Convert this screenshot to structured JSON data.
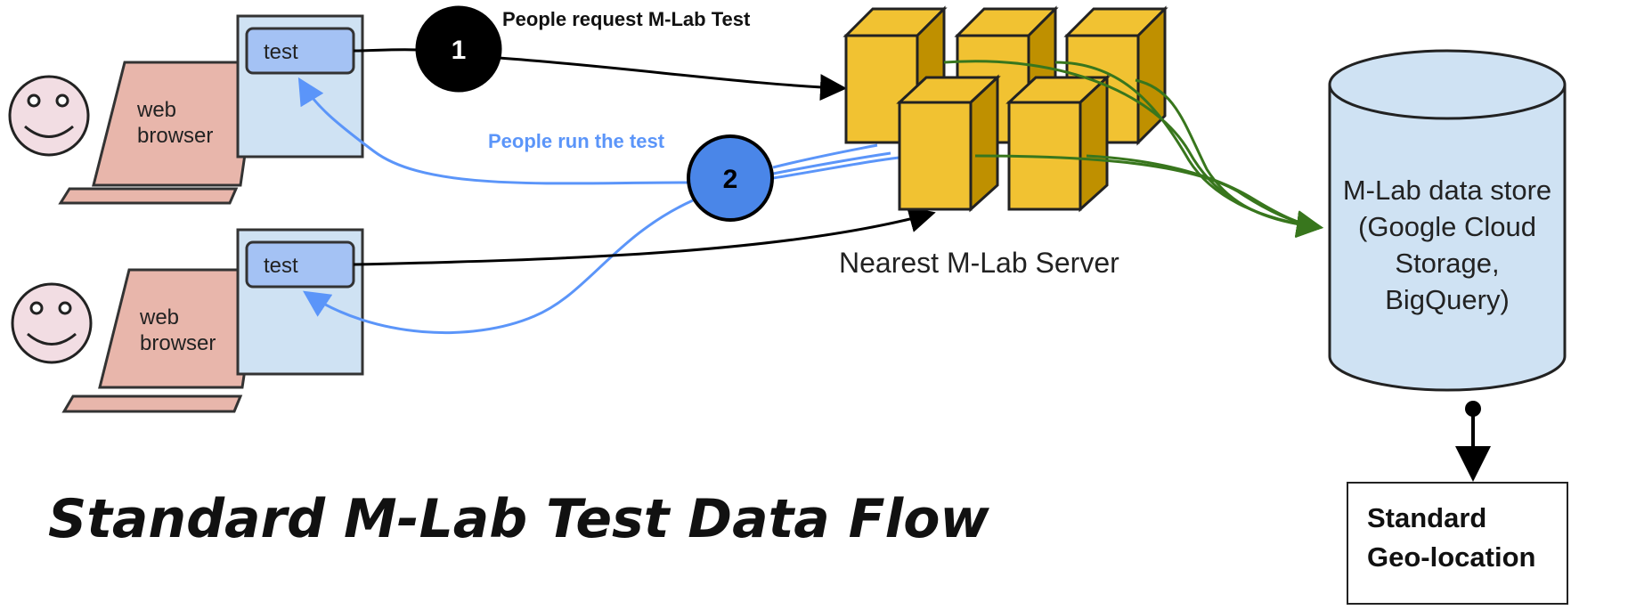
{
  "title": "Standard M-Lab Test Data Flow",
  "steps": {
    "step1": {
      "number": "1",
      "label": "People request M-Lab Test"
    },
    "step2": {
      "number": "2",
      "label": "People run the test"
    }
  },
  "clients": [
    {
      "browser_label_line1": "web",
      "browser_label_line2": "browser",
      "button_label": "test"
    },
    {
      "browser_label_line1": "web",
      "browser_label_line2": "browser",
      "button_label": "test"
    }
  ],
  "server": {
    "label": "Nearest M-Lab Server"
  },
  "data_store": {
    "lines": [
      "M-Lab data store",
      "(Google Cloud",
      "Storage,",
      "BigQuery)"
    ]
  },
  "geo_box": {
    "lines": [
      "Standard",
      "Geo-location"
    ]
  },
  "colors": {
    "face": "#f2dde3",
    "browser_screen": "#e8b6ab",
    "monitor": "#cfe2f3",
    "test_button": "#a4c2f4",
    "server_front": "#f1c232",
    "server_side": "#bf9000",
    "cylinder": "#cfe2f3",
    "blue_flow": "#5b95f9",
    "green_flow": "#38761d",
    "step2_fill": "#4a86e8",
    "step1_fill": "#000000"
  }
}
